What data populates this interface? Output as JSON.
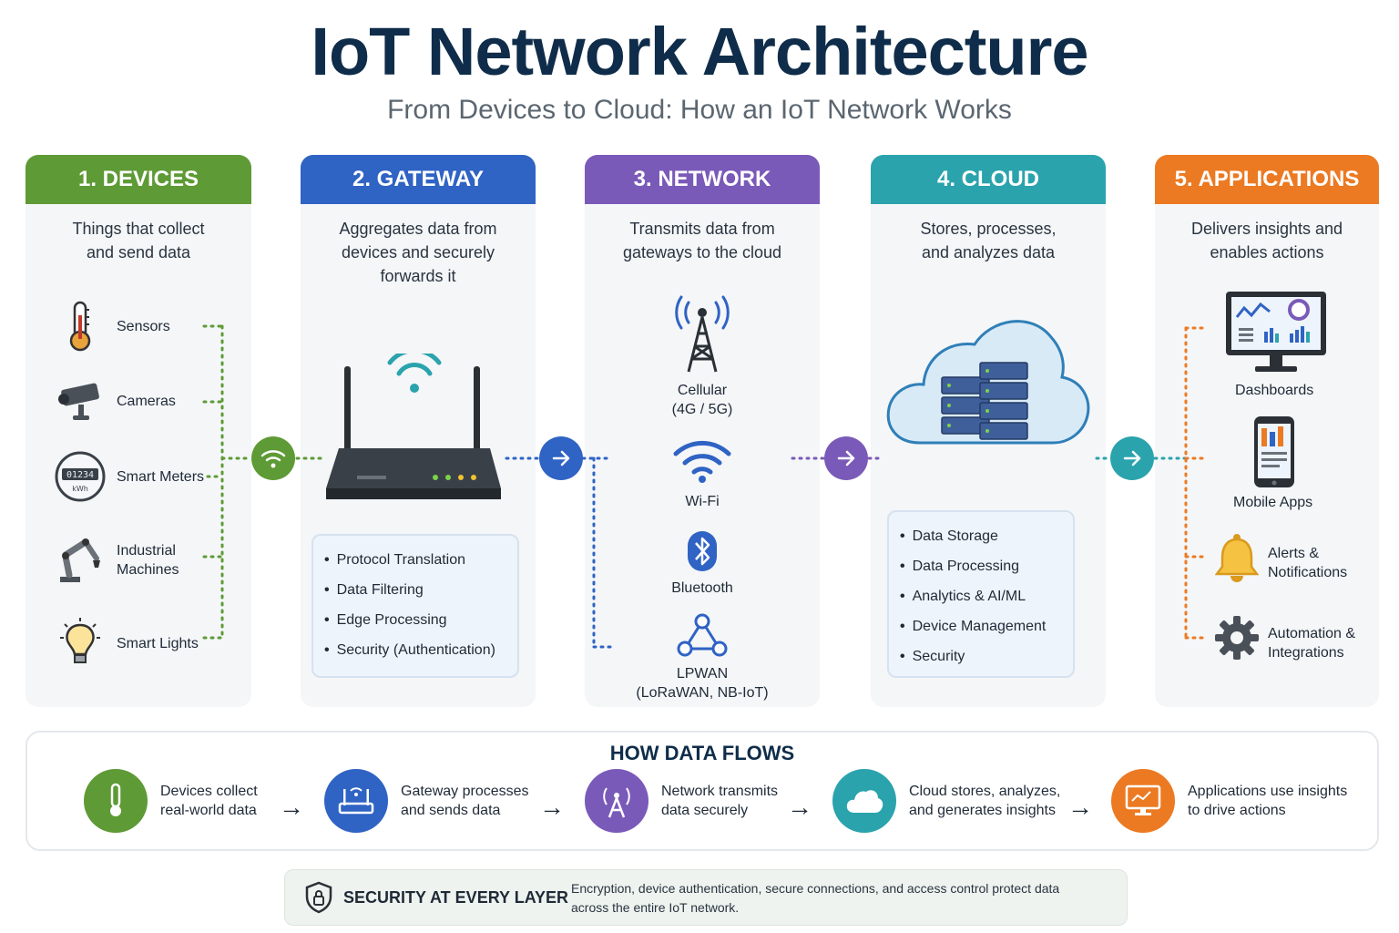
{
  "title": "IoT Network Architecture",
  "subtitle": "From Devices to Cloud: How an IoT Network Works",
  "colors": {
    "devices": "#5e9a35",
    "gateway": "#2f63c4",
    "network": "#7a5ab8",
    "cloud": "#2aa3ad",
    "applications": "#ec7a22"
  },
  "devices": {
    "header": "1. DEVICES",
    "desc_line1": "Things that collect",
    "desc_line2": "and send data",
    "items": [
      {
        "label": "Sensors",
        "icon": "thermometer-icon"
      },
      {
        "label": "Cameras",
        "icon": "camera-icon"
      },
      {
        "label": "Smart Meters",
        "icon": "meter-icon",
        "display": "01234",
        "unit": "kWh"
      },
      {
        "label_line1": "Industrial",
        "label_line2": "Machines",
        "icon": "robot-arm-icon"
      },
      {
        "label": "Smart Lights",
        "icon": "lightbulb-icon"
      }
    ]
  },
  "gateway": {
    "header": "2. GATEWAY",
    "desc_line1": "Aggregates data from",
    "desc_line2": "devices and securely",
    "desc_line3": "forwards it",
    "features": [
      "Protocol Translation",
      "Data Filtering",
      "Edge Processing",
      "Security (Authentication)"
    ]
  },
  "network": {
    "header": "3. NETWORK",
    "desc_line1": "Transmits data from",
    "desc_line2": "gateways to the cloud",
    "items": [
      {
        "line1": "Cellular",
        "line2": "(4G / 5G)",
        "icon": "cell-tower-icon"
      },
      {
        "line1": "Wi-Fi",
        "icon": "wifi-icon"
      },
      {
        "line1": "Bluetooth",
        "icon": "bluetooth-icon"
      },
      {
        "line1": "LPWAN",
        "line2": "(LoRaWAN, NB-IoT)",
        "icon": "network-nodes-icon"
      }
    ]
  },
  "cloud": {
    "header": "4. CLOUD",
    "desc_line1": "Stores, processes,",
    "desc_line2": "and analyzes data",
    "features": [
      "Data Storage",
      "Data Processing",
      "Analytics & AI/ML",
      "Device Management",
      "Security"
    ]
  },
  "applications": {
    "header": "5. APPLICATIONS",
    "desc_line1": "Delivers insights and",
    "desc_line2": "enables actions",
    "items": [
      {
        "label": "Dashboards",
        "icon": "monitor-icon"
      },
      {
        "label": "Mobile Apps",
        "icon": "phone-icon"
      },
      {
        "line1": "Alerts &",
        "line2": "Notifications",
        "icon": "bell-icon"
      },
      {
        "line1": "Automation &",
        "line2": "Integrations",
        "icon": "gear-icon"
      }
    ]
  },
  "flow": {
    "title": "HOW DATA FLOWS",
    "steps": [
      {
        "line1": "Devices collect",
        "line2": "real-world data"
      },
      {
        "line1": "Gateway processes",
        "line2": "and sends data"
      },
      {
        "line1": "Network transmits",
        "line2": "data securely"
      },
      {
        "line1": "Cloud stores, analyzes,",
        "line2": "and generates insights"
      },
      {
        "line1": "Applications use insights",
        "line2": "to drive actions"
      }
    ],
    "arrow": "→"
  },
  "security": {
    "title": "SECURITY AT EVERY LAYER",
    "desc_line1": "Encryption, device authentication, secure connections, and access control protect data",
    "desc_line2": "across the entire IoT network."
  }
}
